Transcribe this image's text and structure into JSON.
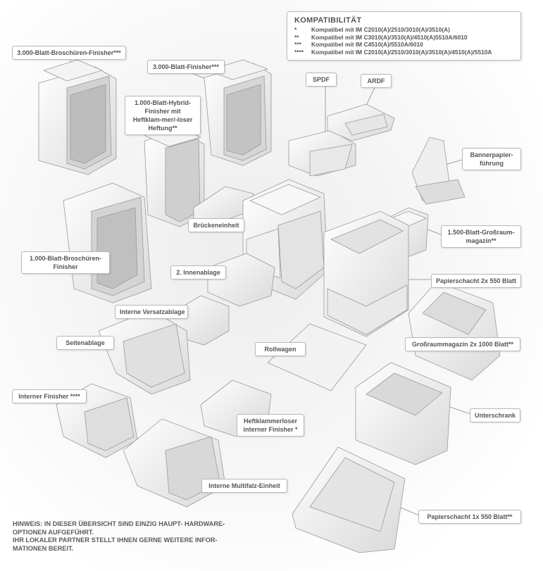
{
  "compatibility": {
    "title": "KOMPATIBILITÄT",
    "rows": [
      {
        "symbol": "*",
        "text": "Kompatibel mit IM C2010(A)/2510/3010(A)/3510(A)"
      },
      {
        "symbol": "**",
        "text": "Kompatibel mit IM C3010(A)/3510(A)/4510(A)5510A/6010"
      },
      {
        "symbol": "***",
        "text": "Kompatibel mit IM C4510(A)/5510A/6010"
      },
      {
        "symbol": "****",
        "text": "Kompatibel mit IM C2010(A)/2510/3010(A)/3510(A)/4510(A)/5510A"
      }
    ]
  },
  "labels": {
    "booklet_finisher_3000": "3.000-Blatt-Broschüren-Finisher***",
    "finisher_3000": "3.000-Blatt-Finisher***",
    "hybrid_finisher": "1.000-Blatt-Hybrid-Finisher mit Heftklam-mer/-loser Heftung**",
    "spdf": "SPDF",
    "ardf": "ARDF",
    "banner_guide": "Bannerpapier-führung",
    "bridge_unit": "Brückeneinheit",
    "booklet_finisher_1000": "1.000-Blatt-Broschüren-Finisher",
    "inner_tray_2": "2. Innenablage",
    "lct_1500": "1.500-Blatt-Großraum-magazin**",
    "paper_tray_2x550": "Papierschacht 2x 550 Blatt",
    "internal_interposer": "Interne Versatzablage",
    "side_tray": "Seitenablage",
    "caster_table": "Rollwagen",
    "lct_2x1000": "Großraummagazin 2x 1000 Blatt**",
    "internal_finisher": "Interner Finisher ****",
    "stapleless_finisher": "Heftklammerloser interner Finisher *",
    "cabinet": "Unterschrank",
    "multifold_unit": "Interne Multifalz-Einheit",
    "paper_tray_1x550": "Papierschacht 1x 550 Blatt**"
  },
  "note": {
    "line1": "HINWEIS: IN DIESER ÜBERSICHT SIND EINZIG HAUPT- HARDWARE-",
    "line2": "OPTIONEN AUFGEFÜHRT.",
    "line3": "IHR LOKALER PARTNER STELLT IHNEN GERNE WEITERE INFOR-",
    "line4": "MATIONEN BEREIT."
  }
}
